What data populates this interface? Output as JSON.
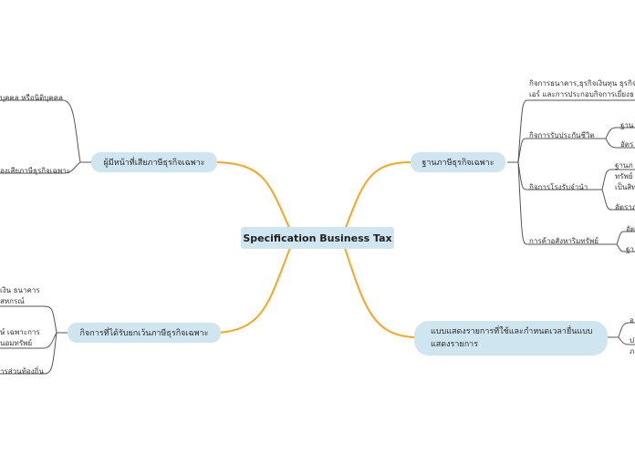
{
  "center": "Specification Business Tax",
  "left": {
    "taxpayer": {
      "label": "ผู้มีหน้าที่เสียภาษีธุรกิจเฉพาะ",
      "children": [
        "บุคคล หรือนิติบุคคล",
        "องเสียภาษีธุรกิจเฉพาะ"
      ]
    },
    "exempt": {
      "label": "กิจการที่ได้รับยกเว้นภาษีธุรกิจเฉพาะ",
      "children": [
        "เงิน ธนาคาร",
        "สหกรณ์",
        "ษ์ เฉพาะการ",
        "นอมทรัพย์",
        "ารส่วนท้องถิ่น"
      ]
    }
  },
  "right": {
    "base": {
      "label": "ฐานภาษีธุรกิจเฉพาะ",
      "children": [
        {
          "label": "กิจการธนาคาร,ธุรกิจเงินทุน ธุรกิจ",
          "line2": "เอร์ และการประกอบกิจการเยี่ยงธ"
        },
        {
          "label": "กิจการรับประกันชีวิต",
          "sub": [
            "ฐาน",
            "อัตร"
          ]
        },
        {
          "label": "กิจการโรงรับจำนำ",
          "sub": [
            "ฐานภ",
            "ทรัพย์",
            "เป็นสิท",
            "อัตราภ"
          ]
        },
        {
          "label": "การค้าอสังหาริมทรัพย์",
          "sub": [
            "อัต",
            "ฐา"
          ]
        }
      ]
    },
    "forms": {
      "label": "แบบแสดงรายการที่ใช้และกำหนดเวลายื่นแบบแสดงรายการ",
      "sub": [
        "อ",
        "ป",
        "ภ"
      ]
    }
  },
  "colors": {
    "node": "#cfe6f0",
    "branch": "#f5a623",
    "line": "#555555"
  }
}
